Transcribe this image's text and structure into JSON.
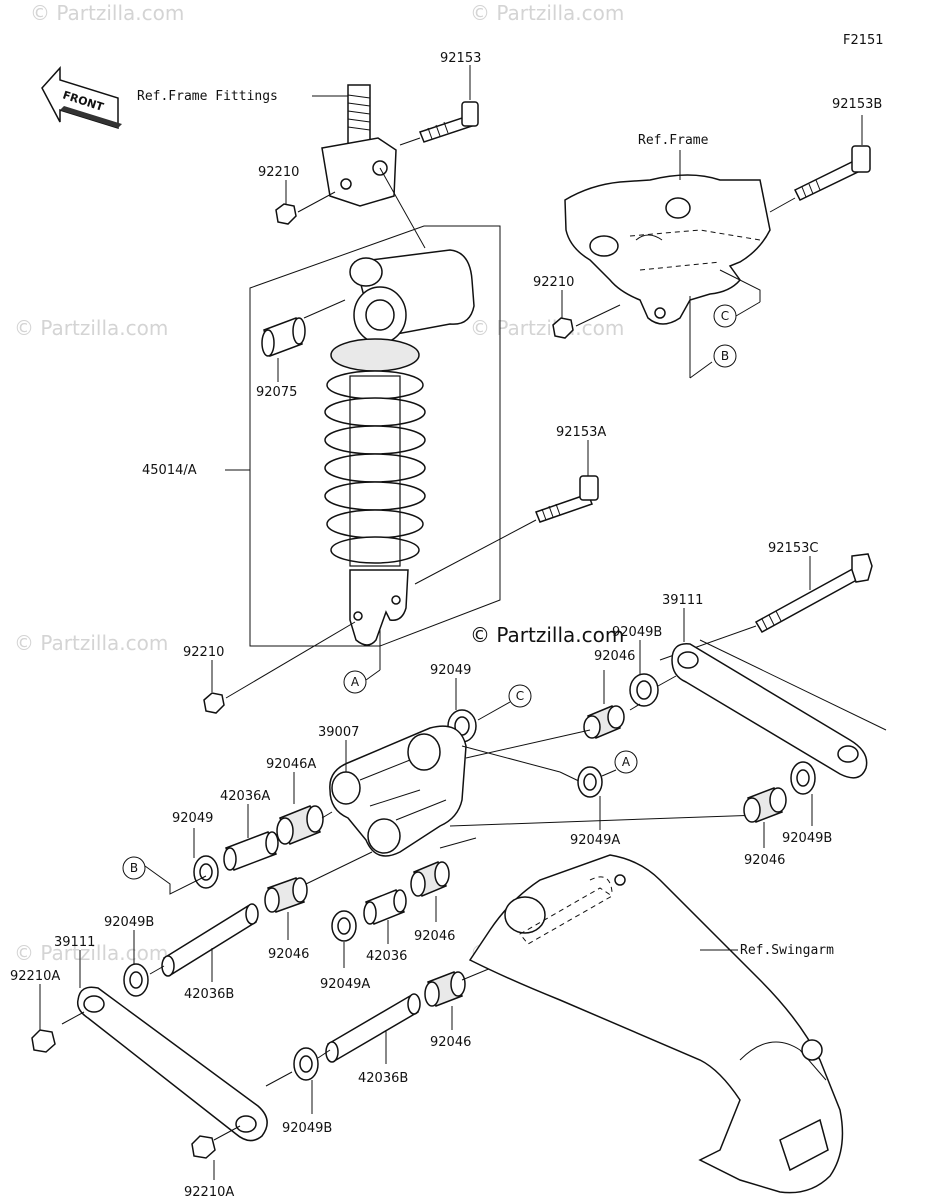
{
  "diagram": {
    "figure_code": "F2151",
    "front_label": "FRONT",
    "watermark": "© Partzilla.com",
    "watermark_center": "© Partzilla.com",
    "refs": {
      "frame_fittings": "Ref.Frame Fittings",
      "frame": "Ref.Frame",
      "swingarm": "Ref.Swingarm"
    },
    "markers": {
      "a": "A",
      "b": "B",
      "c": "C"
    },
    "parts": {
      "p92153": "92153",
      "p92153B": "92153B",
      "p92210_top": "92210",
      "p92210_frame": "92210",
      "p92075": "92075",
      "p45014A": "45014/A",
      "p92153A": "92153A",
      "p92153C": "92153C",
      "p92210_bottom": "92210",
      "p39111_right": "39111",
      "p92049B_top": "92049B",
      "p92046_top": "92046",
      "p92049_top": "92049",
      "p39007": "39007",
      "p92046A": "92046A",
      "p42036A": "42036A",
      "p92049_left": "92049",
      "p92049A_right": "92049A",
      "p92046_right": "92046",
      "p92049B_right": "92049B",
      "p92049B_left": "92049B",
      "p39111_left": "39111",
      "p92210A_left": "92210A",
      "p92046_mid": "92046",
      "p42036B_left": "42036B",
      "p92049A_mid": "92049A",
      "p42036": "42036",
      "p92046_mid2": "92046",
      "p92046_low": "92046",
      "p42036B_low": "42036B",
      "p92049B_low": "92049B",
      "p92210A_low": "92210A"
    }
  }
}
